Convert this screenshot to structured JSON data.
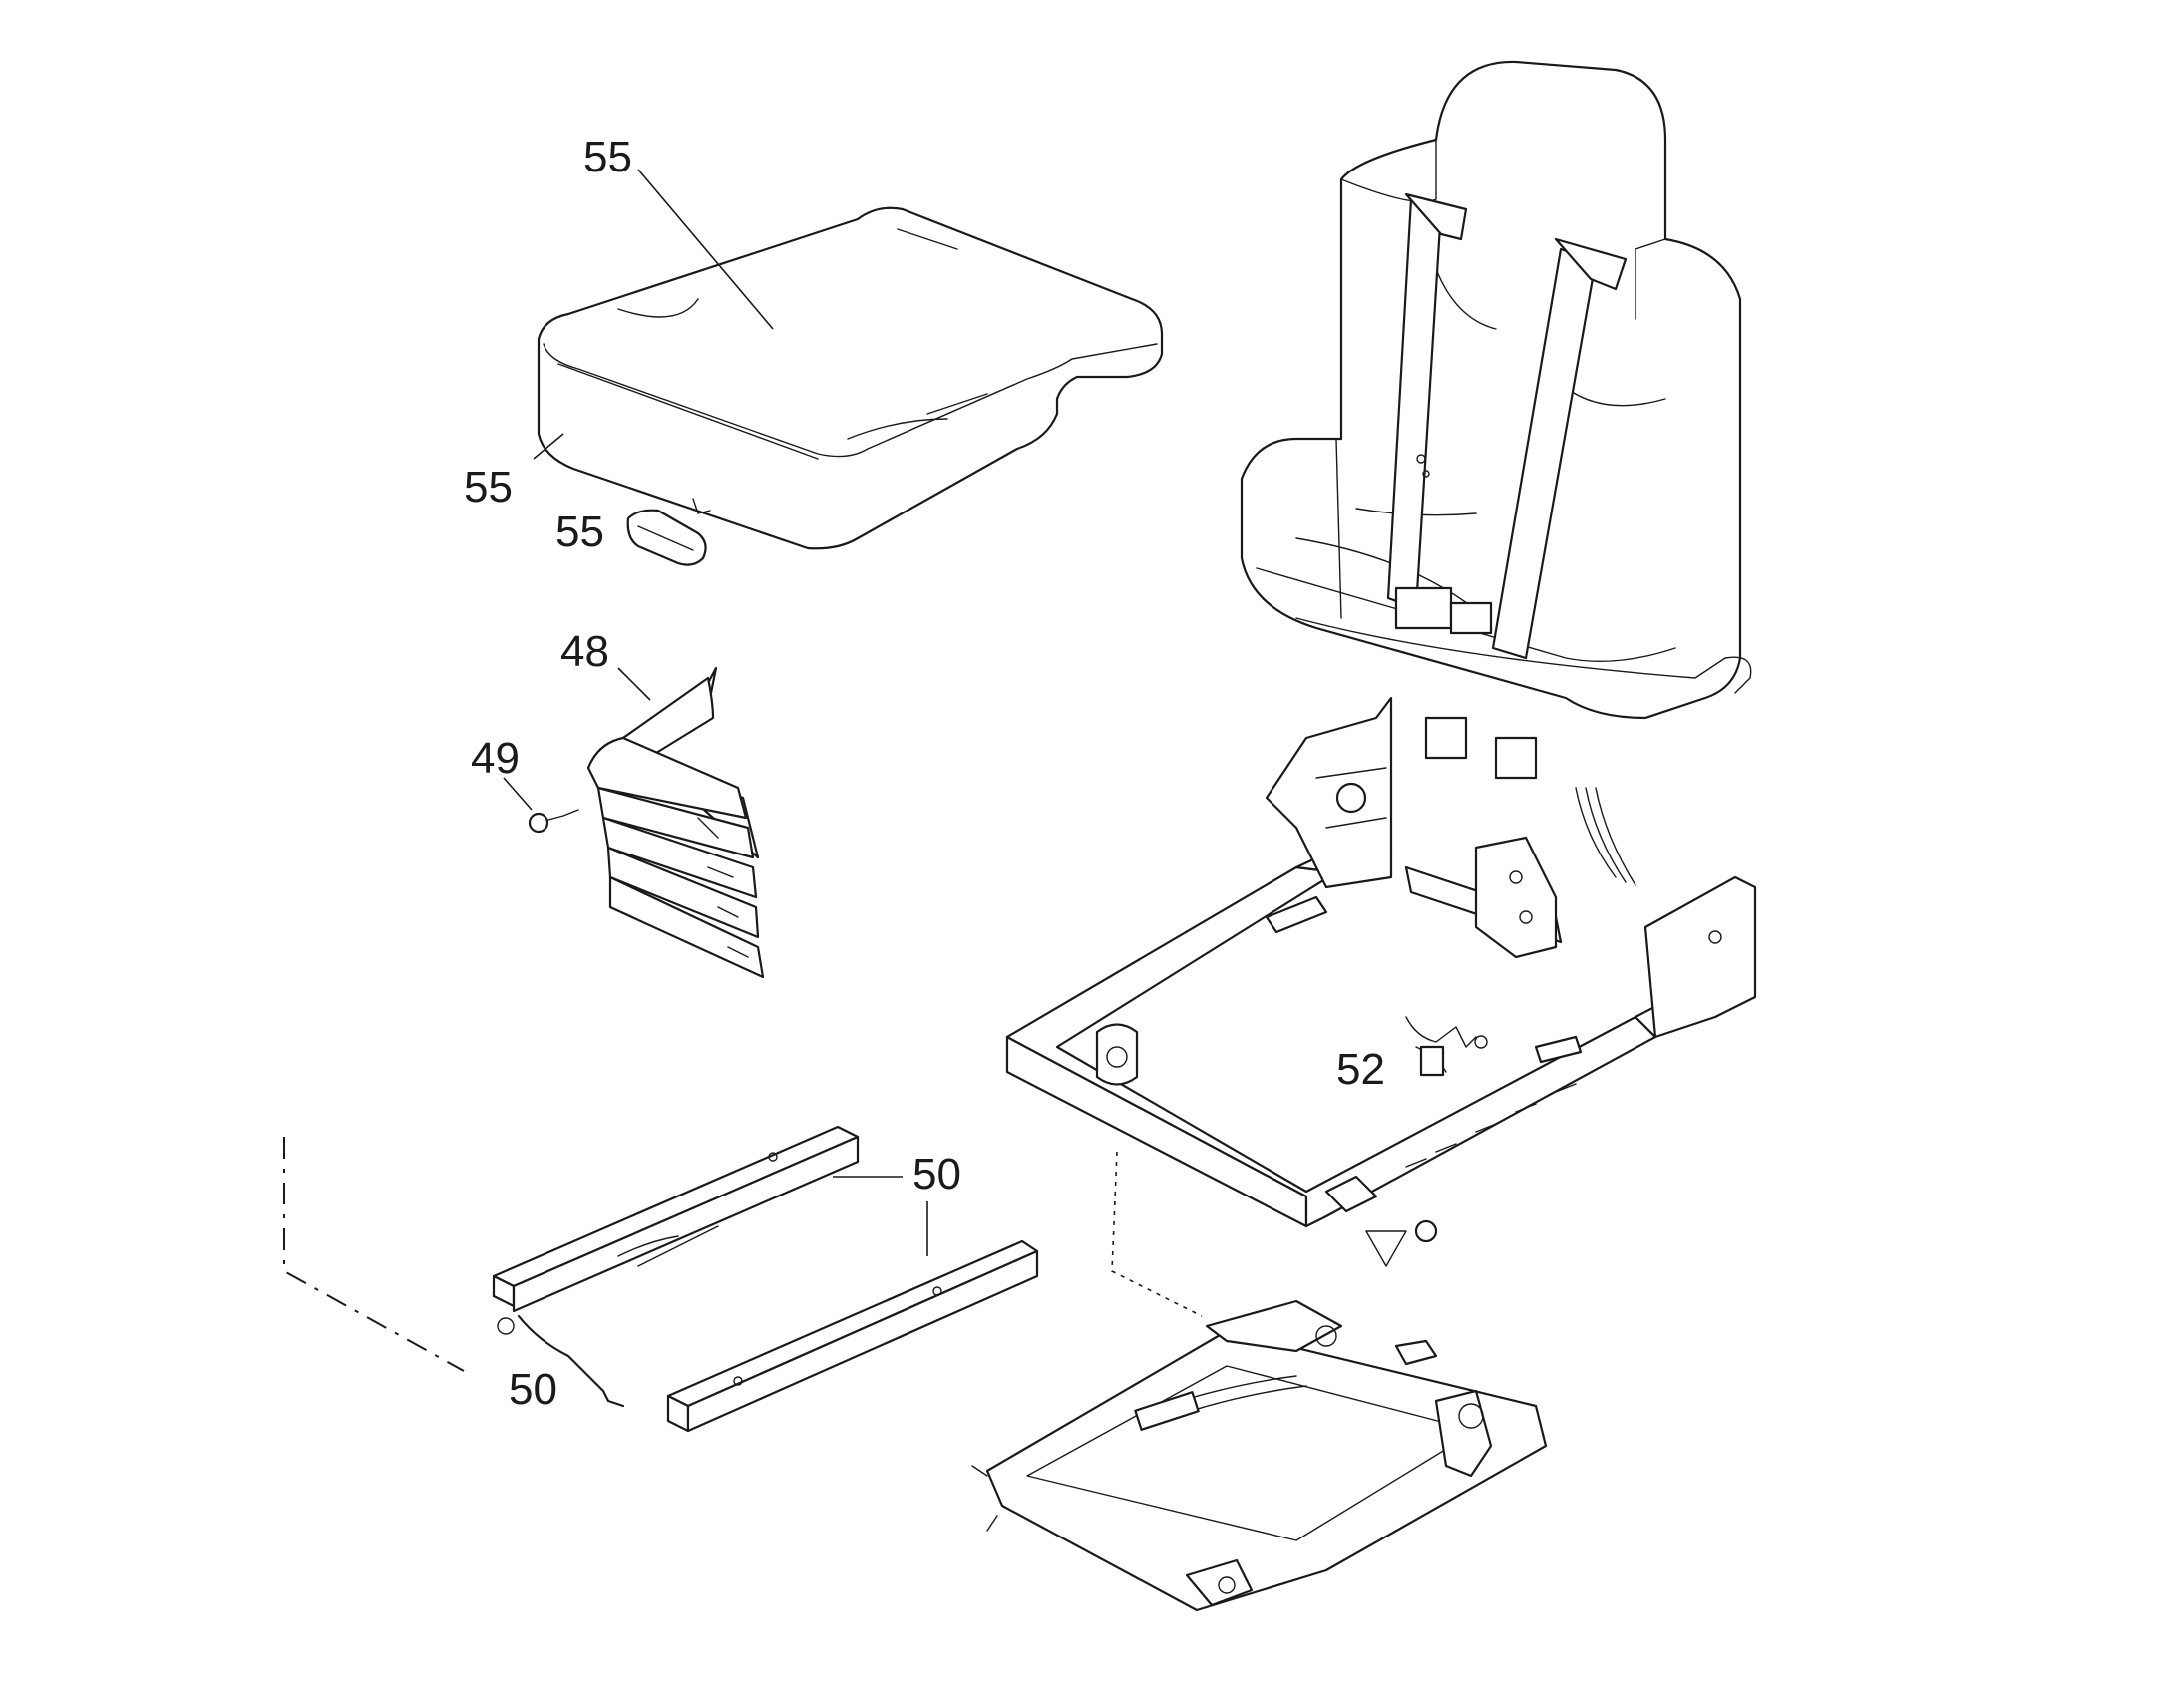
{
  "callouts": [
    {
      "id": "cushion-top",
      "label": "55"
    },
    {
      "id": "cushion-side",
      "label": "55"
    },
    {
      "id": "cushion-clip",
      "label": "55"
    },
    {
      "id": "bellows",
      "label": "48"
    },
    {
      "id": "screw",
      "label": "49"
    },
    {
      "id": "slide-rail-right",
      "label": "50"
    },
    {
      "id": "slide-rail-left",
      "label": "50"
    },
    {
      "id": "wiring",
      "label": "52"
    }
  ],
  "colors": {
    "line": "#1a1a1a",
    "background": "#ffffff"
  }
}
